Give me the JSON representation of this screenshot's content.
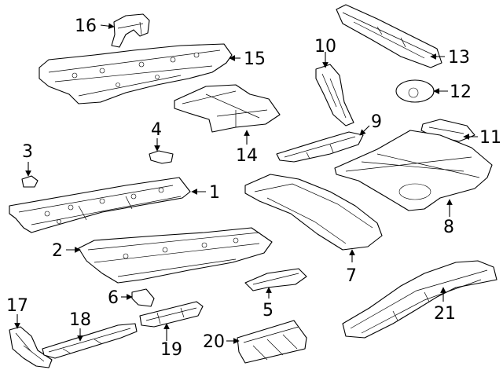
{
  "callouts": {
    "p1": "1",
    "p2": "2",
    "p3": "3",
    "p4": "4",
    "p5": "5",
    "p6": "6",
    "p7": "7",
    "p8": "8",
    "p9": "9",
    "p10": "10",
    "p11": "11",
    "p12": "12",
    "p13": "13",
    "p14": "14",
    "p15": "15",
    "p16": "16",
    "p17": "17",
    "p18": "18",
    "p19": "19",
    "p20": "20",
    "p21": "21"
  }
}
